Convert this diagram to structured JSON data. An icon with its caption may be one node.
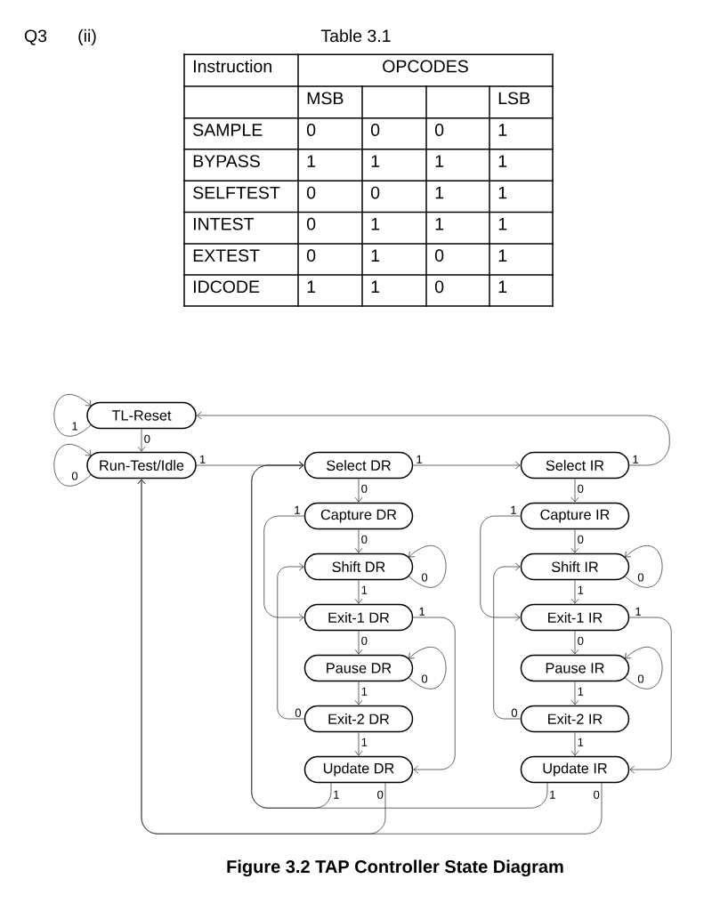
{
  "diagram": {
    "caption": "Figure 3.2 TAP Controller State Diagram",
    "nodes": [
      {
        "text": [
          "TL-Reset"
        ]
      },
      {
        "text": [
          "Run-Test/Idle"
        ]
      },
      {
        "text": [
          "Select DR"
        ]
      },
      {
        "text": [
          "Capture DR"
        ]
      },
      {
        "text": [
          "Shift DR"
        ]
      },
      {
        "text": [
          "Exit-1 DR"
        ]
      },
      {
        "text": [
          "Pause DR"
        ]
      },
      {
        "text": [
          "Exit-2 DR"
        ]
      },
      {
        "text": [
          "Update DR"
        ]
      },
      {
        "text": [
          "Select IR"
        ]
      },
      {
        "text": [
          "Capture IR"
        ]
      },
      {
        "text": [
          "Shift IR"
        ]
      },
      {
        "text": [
          "Exit-1 IR"
        ]
      },
      {
        "text": [
          "Pause IR"
        ]
      },
      {
        "text": [
          "Exit-2 IR"
        ]
      },
      {
        "text": [
          "Update IR"
        ]
      }
    ],
    "edges": [
      {
        "from": 0,
        "to": 0,
        "arrow": "to",
        "label": "1"
      },
      {
        "from": 0,
        "to": 1,
        "arrow": "to",
        "label": "0"
      },
      {
        "from": 1,
        "to": 1,
        "arrow": "to",
        "label": "0"
      },
      {
        "from": 1,
        "to": 2,
        "arrow": "to",
        "label": "1"
      },
      {
        "from": 2,
        "to": 3,
        "arrow": "to",
        "label": "0"
      },
      {
        "from": 2,
        "to": 9,
        "arrow": "to",
        "label": "1"
      },
      {
        "from": 9,
        "to": 0,
        "arrow": "to",
        "label": "1"
      },
      {
        "from": 9,
        "to": 10,
        "arrow": "to",
        "label": "0"
      },
      {
        "from": 3,
        "to": 4,
        "arrow": "to",
        "label": "0"
      },
      {
        "from": 3,
        "to": 5,
        "arrow": "to",
        "label": "1"
      },
      {
        "from": 4,
        "to": 4,
        "arrow": "to",
        "label": "0"
      },
      {
        "from": 4,
        "to": 5,
        "arrow": "to",
        "label": "1"
      },
      {
        "from": 5,
        "to": 6,
        "arrow": "to",
        "label": "0"
      },
      {
        "from": 5,
        "to": 8,
        "arrow": "to",
        "label": "1"
      },
      {
        "from": 6,
        "to": 6,
        "arrow": "to",
        "label": "0"
      },
      {
        "from": 6,
        "to": 7,
        "arrow": "to",
        "label": "1"
      },
      {
        "from": 7,
        "to": 4,
        "arrow": "to",
        "label": "0"
      },
      {
        "from": 7,
        "to": 8,
        "arrow": "to",
        "label": "1"
      },
      {
        "from": 8,
        "to": 2,
        "arrow": "to",
        "label": "1"
      },
      {
        "from": 8,
        "to": 1,
        "arrow": "to",
        "label": "0"
      },
      {
        "from": 10,
        "to": 11,
        "arrow": "to",
        "label": "0"
      },
      {
        "from": 10,
        "to": 12,
        "arrow": "to",
        "label": "1"
      },
      {
        "from": 11,
        "to": 11,
        "arrow": "to",
        "label": "0"
      },
      {
        "from": 11,
        "to": 12,
        "arrow": "to",
        "label": "1"
      },
      {
        "from": 12,
        "to": 13,
        "arrow": "to",
        "label": "0"
      },
      {
        "from": 12,
        "to": 15,
        "arrow": "to",
        "label": "1"
      },
      {
        "from": 13,
        "to": 13,
        "arrow": "to",
        "label": "0"
      },
      {
        "from": 13,
        "to": 14,
        "arrow": "to",
        "label": "1"
      },
      {
        "from": 14,
        "to": 11,
        "arrow": "to",
        "label": "0"
      },
      {
        "from": 14,
        "to": 15,
        "arrow": "to",
        "label": "1"
      },
      {
        "from": 15,
        "to": 2,
        "arrow": "to",
        "label": "1"
      },
      {
        "from": 15,
        "to": 1,
        "arrow": "to",
        "label": "0"
      }
    ],
    "labels": [
      "Q3",
      "(ii)",
      "Table 3.1",
      "Instruction",
      "OPCODES",
      "MSB",
      "LSB",
      "SAMPLE",
      "0",
      "0",
      "0",
      "1",
      "BYPASS",
      "1",
      "1",
      "1",
      "1",
      "SELFTEST",
      "0",
      "0",
      "1",
      "1",
      "INTEST",
      "0",
      "1",
      "1",
      "1",
      "EXTEST",
      "0",
      "1",
      "0",
      "1",
      "IDCODE",
      "1",
      "1",
      "0",
      "1"
    ]
  }
}
